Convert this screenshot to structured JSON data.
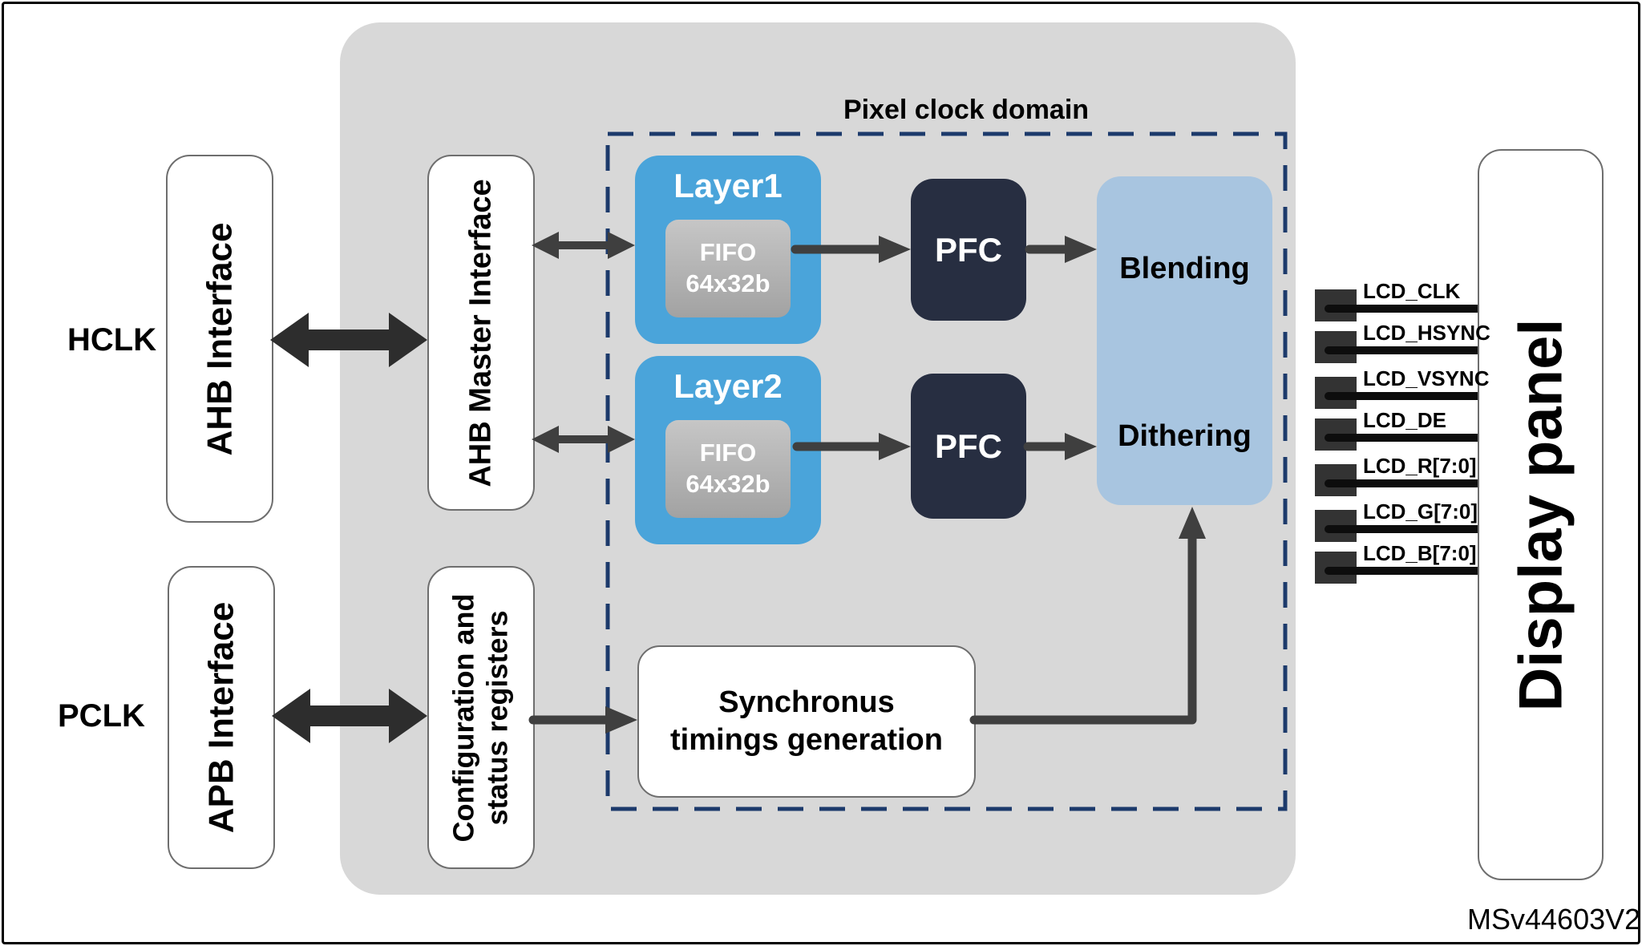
{
  "labels": {
    "hclk": "HCLK",
    "pclk": "PCLK",
    "pixel_clock_domain": "Pixel clock domain",
    "msv": "MSv44603V2"
  },
  "blocks": {
    "ahb_interface": "AHB Interface",
    "ahb_master_interface": "AHB Master Interface",
    "apb_interface": "APB Interface",
    "config_registers_line1": "Configuration and",
    "config_registers_line2": "status registers",
    "layer1": "Layer1",
    "layer2": "Layer2",
    "fifo_line1": "FIFO",
    "fifo_line2": "64x32b",
    "pfc": "PFC",
    "blending": "Blending",
    "dithering": "Dithering",
    "sync_line1": "Synchronus",
    "sync_line2": "timings generation",
    "display_panel": "Display panel"
  },
  "signals": [
    {
      "label": "LCD_CLK"
    },
    {
      "label": "LCD_HSYNC"
    },
    {
      "label": "LCD_VSYNC"
    },
    {
      "label": "LCD_DE"
    },
    {
      "label": "LCD_R[7:0]"
    },
    {
      "label": "LCD_G[7:0]"
    },
    {
      "label": "LCD_B[7:0]"
    }
  ],
  "colors": {
    "container-gray": "#d8d8d8",
    "layer-blue": "#4aa4da",
    "pfc-navy": "#272e41",
    "blend-blue": "#a8c5e0",
    "dash-navy": "#1c3a6b",
    "arrow-dark": "#2d2d2d",
    "arrow-gray": "#3f3f3f",
    "stub-dark": "#333333"
  }
}
